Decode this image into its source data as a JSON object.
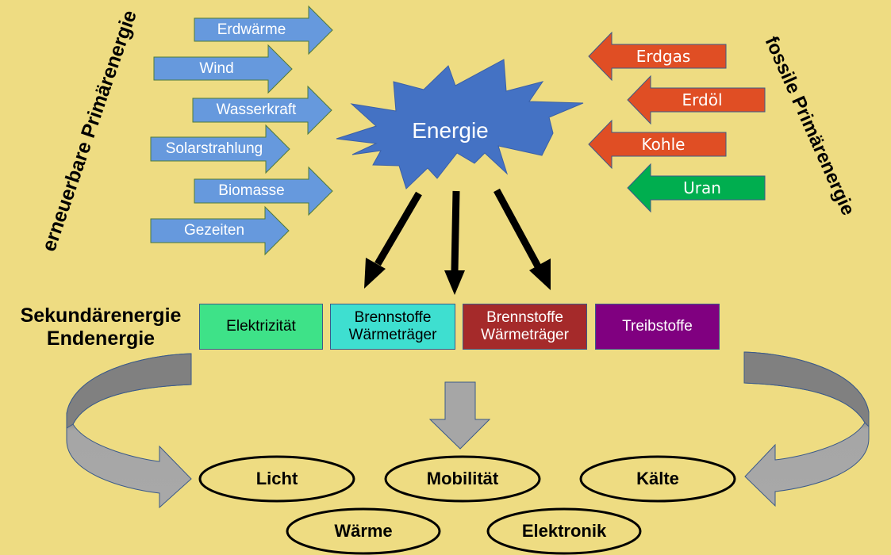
{
  "title": "Energie",
  "renewable": {
    "heading": "erneuerbare Primärenergie",
    "color": "#6699DD",
    "sources": [
      "Erdwärme",
      "Wind",
      "Wasserkraft",
      "Solarstrahlung",
      "Biomasse",
      "Gezeiten"
    ]
  },
  "fossil": {
    "heading": "fossile Primärenergie",
    "sources": [
      {
        "label": "Erdgas",
        "color": "#E04E24"
      },
      {
        "label": "Erdöl",
        "color": "#E04E24"
      },
      {
        "label": "Kohle",
        "color": "#E04E24"
      },
      {
        "label": "Uran",
        "color": "#00AE4F"
      }
    ]
  },
  "secondary": {
    "heading_line1": "Sekundärenergie",
    "heading_line2": "Endenergie",
    "boxes": [
      {
        "label": "Elektrizität",
        "color": "#3EE288",
        "text_color": "#000000"
      },
      {
        "label": "Brennstoffe\nWärmeträger",
        "color": "#3EDFD0",
        "text_color": "#000000"
      },
      {
        "label": "Brennstoffe\nWärmeträger",
        "color": "#A52A2A",
        "text_color": "#ffffff"
      },
      {
        "label": "Treibstoffe",
        "color": "#800080",
        "text_color": "#ffffff"
      }
    ]
  },
  "uses": [
    "Licht",
    "Mobilität",
    "Kälte",
    "Wärme",
    "Elektronik"
  ],
  "colors": {
    "background": "#EEDC82",
    "star": "#4472C4",
    "gray_arrow": "#A6A6A6",
    "gray_arrow_dark": "#808080"
  }
}
